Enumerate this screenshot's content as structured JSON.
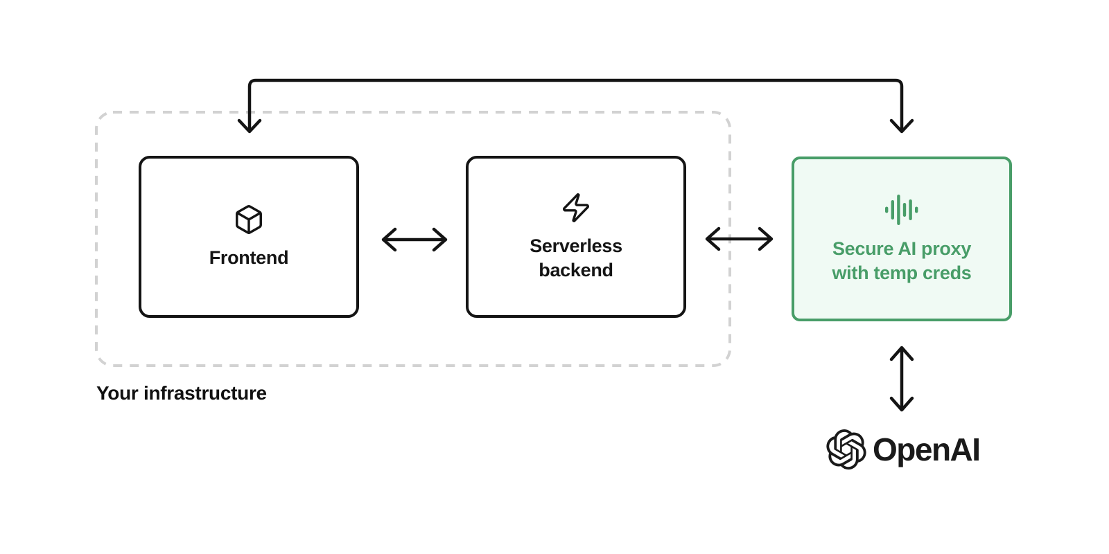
{
  "infrastructure": {
    "label": "Your infrastructure",
    "nodes": {
      "frontend": {
        "label": "Frontend",
        "icon": "cube-icon"
      },
      "backend": {
        "label": "Serverless backend",
        "icon": "lightning-icon"
      }
    }
  },
  "proxy": {
    "label": "Secure AI proxy with temp creds",
    "icon": "waveform-icon"
  },
  "openai": {
    "label": "OpenAI",
    "icon": "openai-logo-icon"
  },
  "connectors": [
    {
      "from": "frontend",
      "to": "proxy",
      "route": "over-the-top",
      "bidirectional": true
    },
    {
      "from": "frontend",
      "to": "backend",
      "route": "direct",
      "bidirectional": true
    },
    {
      "from": "backend",
      "to": "proxy",
      "route": "direct",
      "bidirectional": true
    },
    {
      "from": "proxy",
      "to": "openai",
      "route": "direct",
      "bidirectional": true
    }
  ],
  "colors": {
    "ink": "#141414",
    "accent_green": "#489d68",
    "green_bg": "#f0faf4",
    "dashed_border": "#d2d2d2"
  }
}
